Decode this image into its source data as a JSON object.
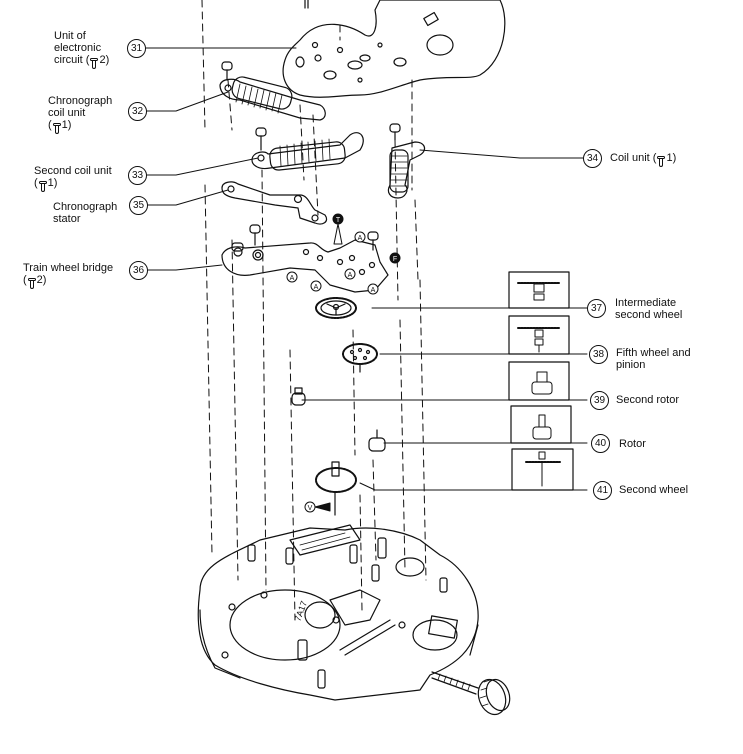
{
  "diagram": {
    "title": "",
    "caliber_marking": "7A17",
    "part_letters": {
      "a": "A",
      "oil_t": "T",
      "oil_f": "F",
      "oil_v": "V"
    },
    "parts": [
      {
        "number": "31",
        "name": "Unit of electronic circuit",
        "name_lines": [
          "Unit of",
          "electronic",
          "circuit (",
          "2)"
        ],
        "screws": "2"
      },
      {
        "number": "32",
        "name": "Chronograph coil unit",
        "name_lines": [
          "Chronograph",
          "coil unit",
          "(",
          "1)"
        ],
        "screws": "1"
      },
      {
        "number": "33",
        "name": "Second coil unit",
        "name_lines": [
          "Second coil unit",
          "(",
          "1)"
        ],
        "screws": "1"
      },
      {
        "number": "34",
        "name": "Coil unit",
        "name_lines": [
          "Coil unit (",
          "1)"
        ],
        "screws": "1"
      },
      {
        "number": "35",
        "name": "Chronograph stator",
        "name_lines": [
          "Chronograph",
          "stator"
        ]
      },
      {
        "number": "36",
        "name": "Train wheel bridge",
        "name_lines": [
          "Train wheel bridge",
          "(",
          "2)"
        ],
        "screws": "2"
      },
      {
        "number": "37",
        "name": "Intermediate second wheel",
        "name_lines": [
          "Intermediate",
          "second wheel"
        ]
      },
      {
        "number": "38",
        "name": "Fifth wheel and pinion",
        "name_lines": [
          "Fifth wheel and",
          "pinion"
        ]
      },
      {
        "number": "39",
        "name": "Second rotor",
        "name_lines": [
          "Second rotor"
        ]
      },
      {
        "number": "40",
        "name": "Rotor",
        "name_lines": [
          "Rotor"
        ]
      },
      {
        "number": "41",
        "name": "Second wheel",
        "name_lines": [
          "Second wheel"
        ]
      }
    ]
  }
}
